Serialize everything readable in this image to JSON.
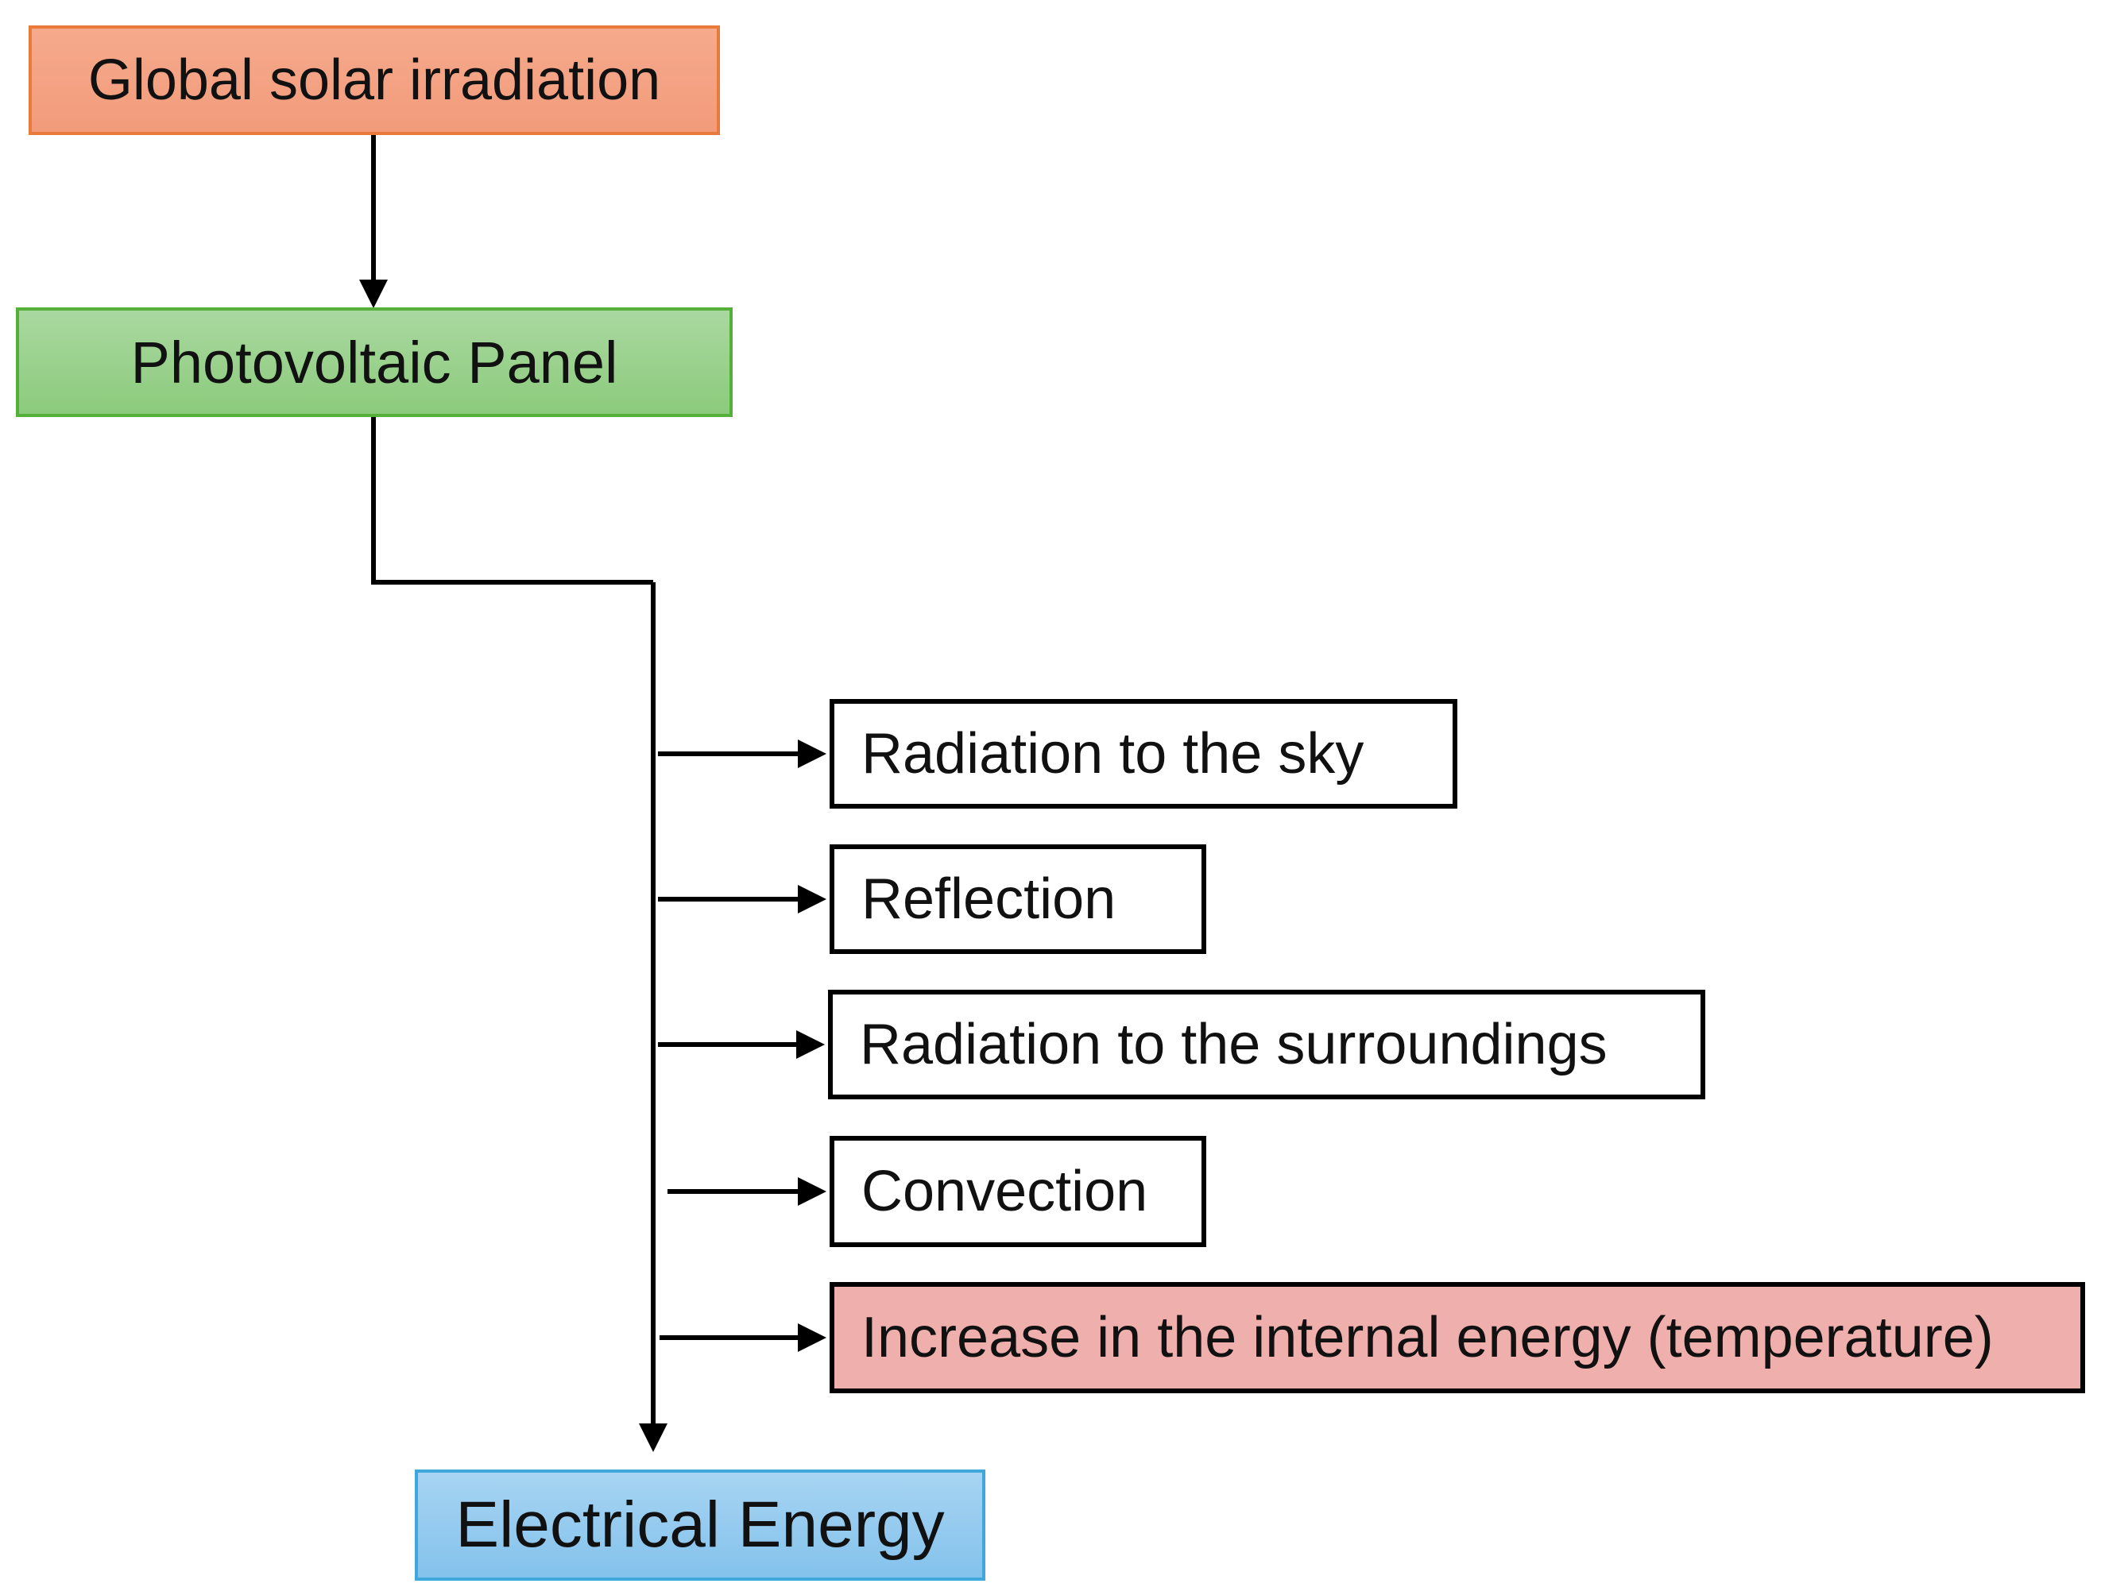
{
  "nodes": {
    "global_solar": "Global solar irradiation",
    "pv_panel": "Photovoltaic Panel",
    "radiation_sky": "Radiation to the sky",
    "reflection": "Reflection",
    "radiation_surroundings": "Radiation to the surroundings",
    "convection": "Convection",
    "internal_energy": "Increase in the internal energy (temperature)",
    "electrical_energy": "Electrical Energy"
  },
  "colors": {
    "global_solar_fill": "#f29b7b",
    "global_solar_border": "#e87a3c",
    "pv_panel_fill": "#8ccb7c",
    "pv_panel_border": "#55b03a",
    "internal_energy_fill": "#efafad",
    "electrical_energy_fill": "#84c2ec",
    "electrical_energy_border": "#3fa7dc",
    "connector": "#000000"
  }
}
